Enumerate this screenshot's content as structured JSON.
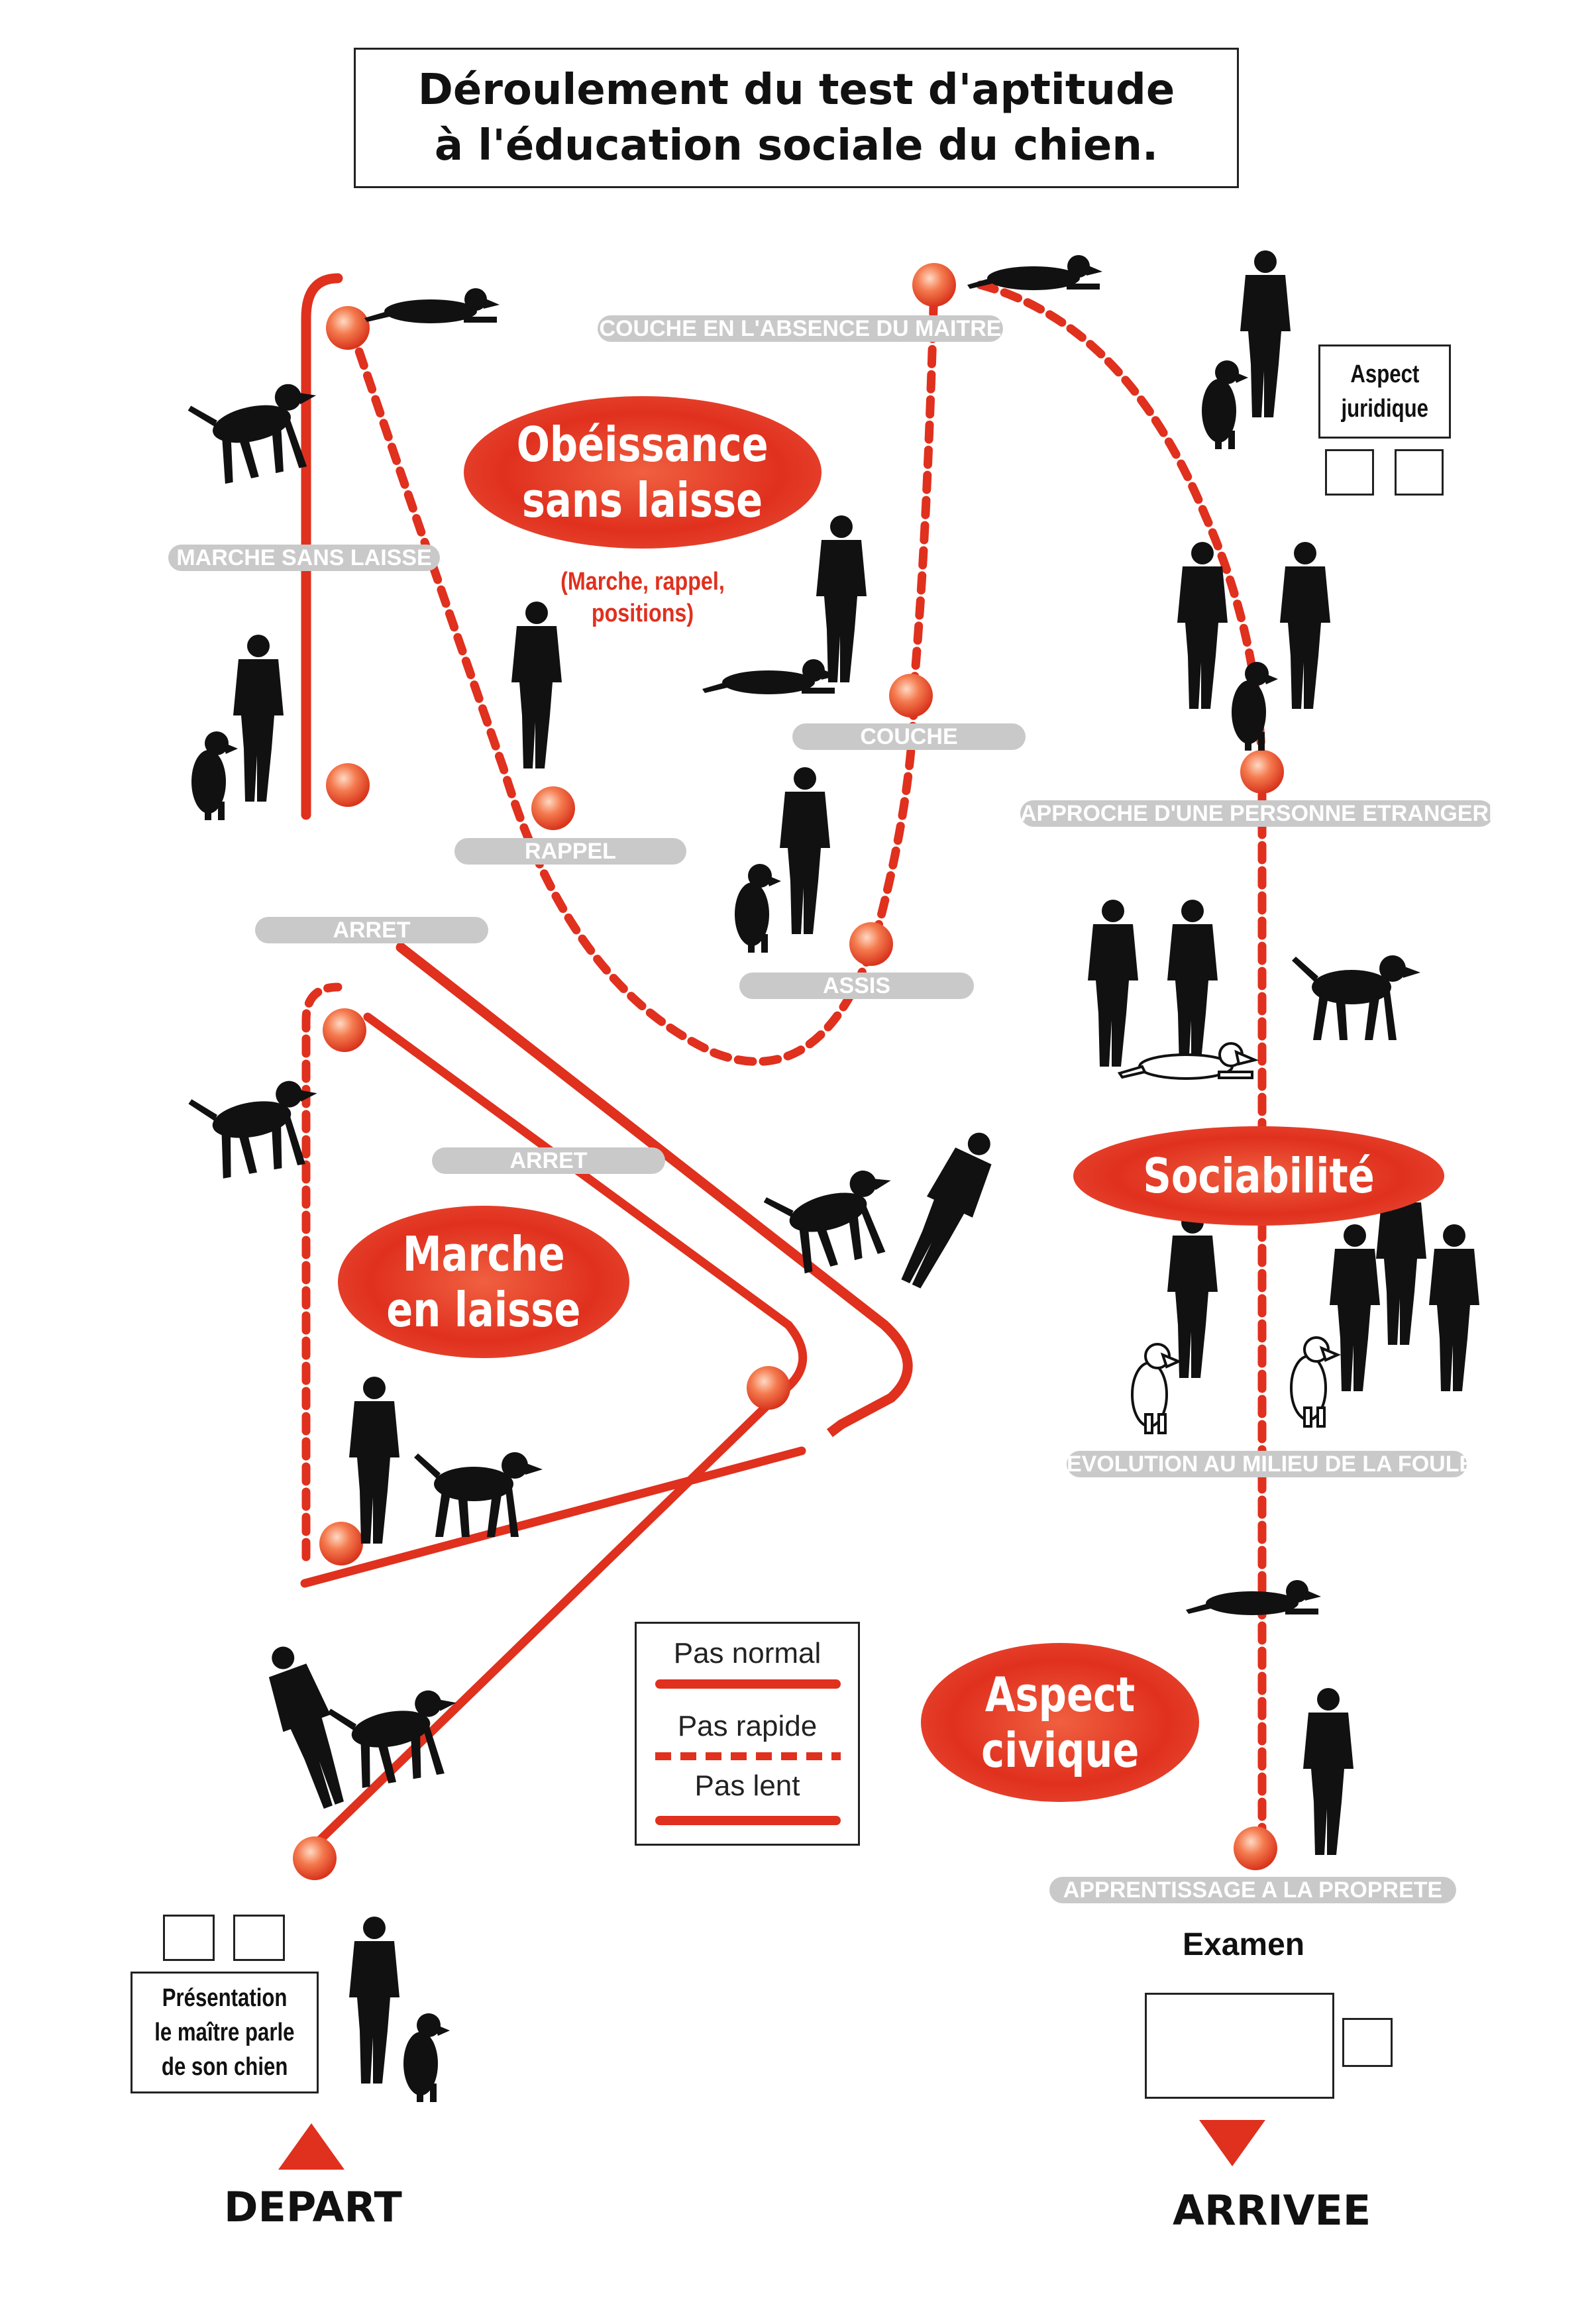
{
  "title": {
    "line1": "Déroulement du test d'aptitude",
    "line2": "à l'éducation sociale du chien."
  },
  "sections": {
    "obeissance": {
      "line1": "Obéissance",
      "line2": "sans laisse",
      "note_line1": "(Marche, rappel,",
      "note_line2": "positions)"
    },
    "marche": {
      "line1": "Marche",
      "line2": "en laisse"
    },
    "sociabilite": {
      "line1": "Sociabilité"
    },
    "civique": {
      "line1": "Aspect",
      "line2": "civique"
    }
  },
  "steps": {
    "marche_sans_laisse": "MARCHE SANS LAISSE",
    "rappel": "RAPPEL",
    "couche_absence": "COUCHE EN L'ABSENCE DU MAITRE",
    "couche": "COUCHE",
    "assis": "ASSIS",
    "arret_1": "ARRET",
    "arret_2": "ARRET",
    "approche": "APPROCHE D'UNE PERSONNE ETRANGERE",
    "evolution": "EVOLUTION AU MILIEU DE LA FOULE",
    "proprete": "APPRENTISSAGE A LA PROPRETE"
  },
  "aspect_juridique": {
    "line1": "Aspect",
    "line2": "juridique"
  },
  "presentation": {
    "line1": "Présentation",
    "line2": "le maître parle",
    "line3": "de son chien"
  },
  "legend": {
    "normal": "Pas normal",
    "rapide": "Pas rapide",
    "lent": "Pas lent"
  },
  "examen": "Examen",
  "depart": "DEPART",
  "arrivee": "ARRIVEE",
  "colors": {
    "accent": "#e0301e",
    "label_bg": "#c9c9c9",
    "silhouette": "#111111"
  }
}
